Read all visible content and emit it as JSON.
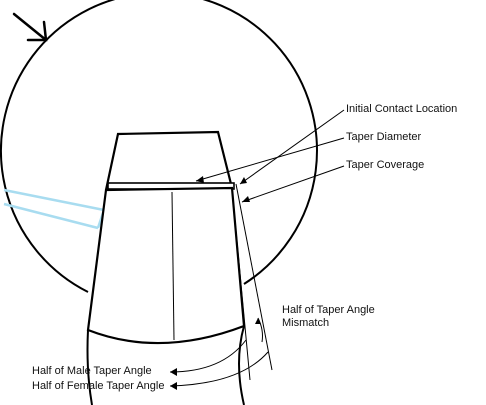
{
  "labels": {
    "initial_contact_location": "Initial Contact Location",
    "taper_diameter": "Taper Diameter",
    "taper_coverage": "Taper Coverage",
    "half_taper_angle_mismatch_line1": "Half of Taper Angle",
    "half_taper_angle_mismatch_line2": "Mismatch",
    "half_male_taper_angle": "Half of Male Taper Angle",
    "half_female_taper_angle": "Half of Female Taper Angle"
  },
  "colors": {
    "line": "#000000",
    "highlight": "#a8dcf0",
    "text": "#111111"
  },
  "icons": {
    "corner_arrow": "arrow-down-right-icon"
  }
}
